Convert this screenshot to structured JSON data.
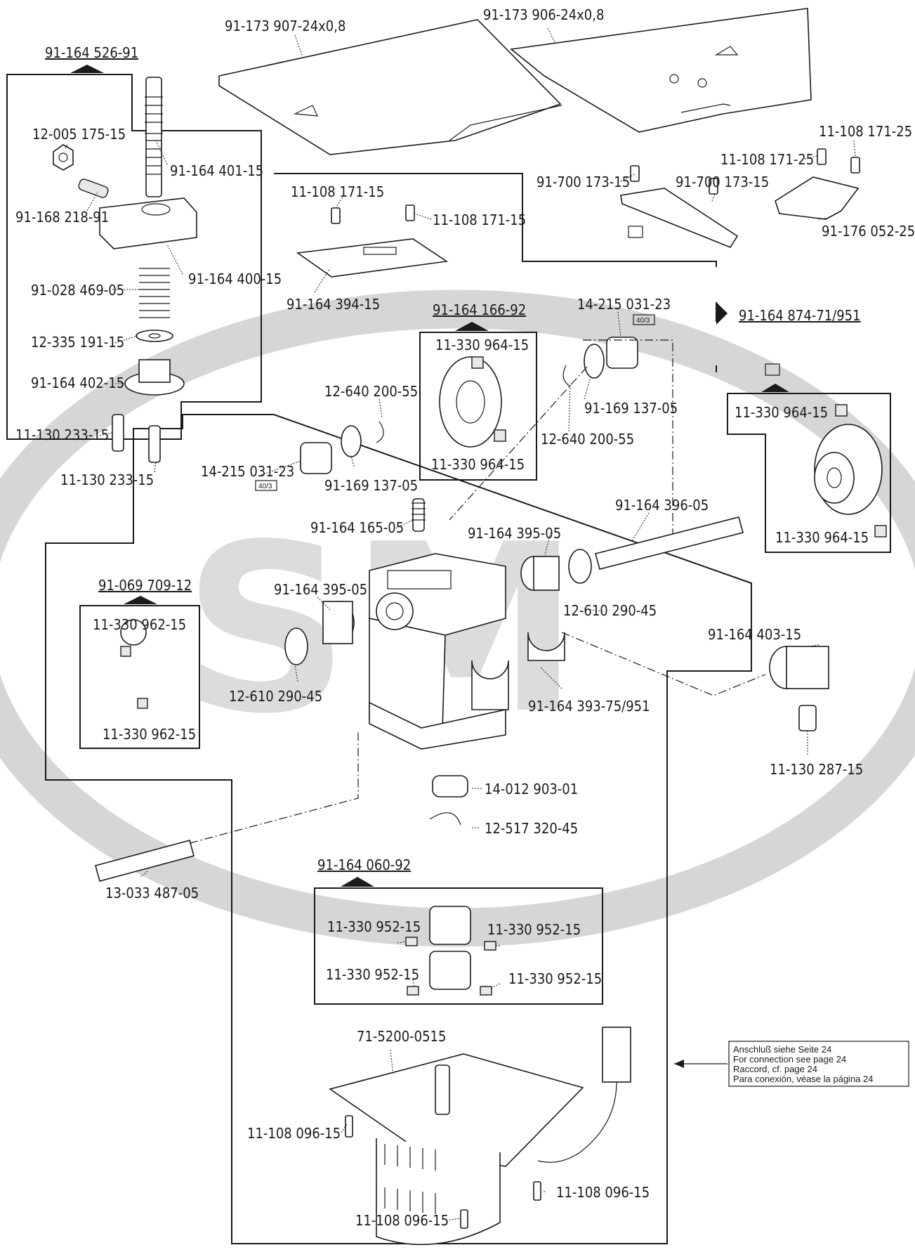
{
  "groups": {
    "g1": "91-164 526-91",
    "g2": "91-164 166-92",
    "g3": "91-164 874-71/951",
    "g4": "91-069 709-12",
    "g5": "91-164 060-92"
  },
  "labels": {
    "plate_left": "91-173 907-24x0,8",
    "plate_right": "91-173 906-24x0,8",
    "nut": "12-005 175-15",
    "screw_pin": "91-164 401-15",
    "pin": "91-168 218-91",
    "block": "91-164 400-15",
    "spring": "91-028 469-05",
    "washer": "12-335 191-15",
    "foot": "91-164 402-15",
    "bolt_a": "11-130 233-15",
    "bolt_b": "11-130 233-15",
    "s1": "11-108 171-15",
    "s2": "11-108 171-15",
    "needle_plate": "91-164 394-15",
    "s3": "91-700 173-15",
    "s4": "91-700 173-15",
    "s5": "11-108 171-25",
    "s6": "11-108 171-25",
    "bracket": "91-176 052-25",
    "bearing_r": "14-215 031-23",
    "box_r": "40/3",
    "set1": "11-330 964-15",
    "set2": "11-330 964-15",
    "ring_l": "12-640 200-55",
    "ring_r": "12-640 200-55",
    "bearing_l": "14-215 031-23",
    "box_l": "40/3",
    "wash_l": "91-169 137-05",
    "wash_r": "91-169 137-05",
    "set3": "11-330 964-15",
    "set4": "11-330 964-15",
    "stud": "91-164 165-05",
    "bush_r": "91-164 395-05",
    "shaft": "91-164 396-05",
    "bush_l": "91-164 395-05",
    "circ_r": "12-610 290-45",
    "circ_l": "12-610 290-45",
    "set5": "11-330 962-15",
    "set6": "11-330 962-15",
    "housing": "91-164 393-75/951",
    "roller": "91-164 403-15",
    "screw_roller": "11-130 287-15",
    "ball": "14-012 903-01",
    "snap": "12-517 320-45",
    "rod": "13-033 487-05",
    "c1": "11-330 952-15",
    "c2": "11-330 952-15",
    "c3": "11-330 952-15",
    "c4": "11-330 952-15",
    "motor": "71-5200-0515",
    "m1": "11-108 096-15",
    "m2": "11-108 096-15",
    "m3": "11-108 096-15"
  },
  "note": {
    "line1": "Anschluß siehe Seite 24",
    "line2": "For connection see page 24",
    "line3": "Raccord, cf. page 24",
    "line4": "Para conexión, véase la página 24"
  },
  "watermark": "SM",
  "colors": {
    "ink": "#1a1a1a",
    "watermark": "#d6d6d6"
  }
}
